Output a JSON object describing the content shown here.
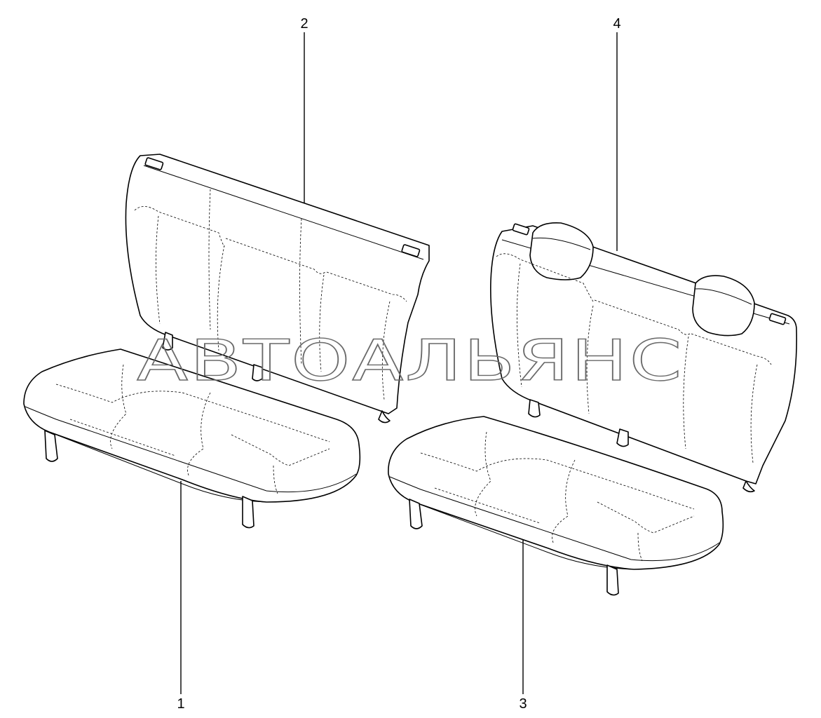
{
  "callouts": {
    "one": "1",
    "two": "2",
    "three": "3",
    "four": "4"
  },
  "watermark": "АВТОАЛЬЯНС",
  "colors": {
    "line": "#000000",
    "background": "#ffffff",
    "watermark": "#6a6a6a"
  }
}
